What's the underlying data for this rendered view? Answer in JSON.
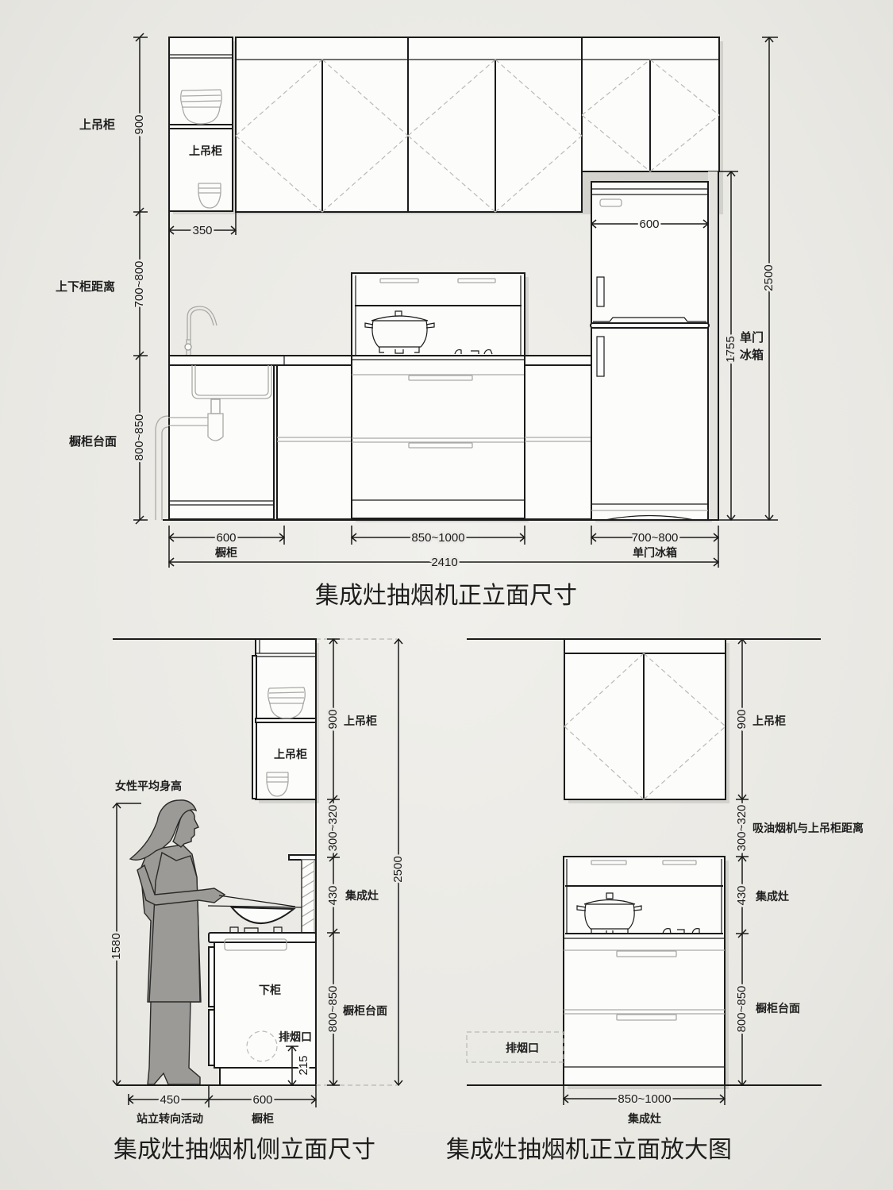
{
  "titles": {
    "front_elevation": "集成灶抽烟机正立面尺寸",
    "side_elevation": "集成灶抽烟机侧立面尺寸",
    "front_enlarged": "集成灶抽烟机正立面放大图"
  },
  "front": {
    "left_dims": [
      {
        "value": "900",
        "label": "上吊柜"
      },
      {
        "value": "700~800",
        "label": "上下柜距离"
      },
      {
        "value": "800~850",
        "label": "橱柜台面"
      }
    ],
    "shelf_label": "上吊柜",
    "shelf_width": "350",
    "fridge_width": "600",
    "fridge_height": "1755",
    "fridge_label": [
      "单门",
      "冰箱"
    ],
    "total_height": "2500",
    "bottom_dims": [
      {
        "value": "600",
        "label": "橱柜"
      },
      {
        "value": "850~1000",
        "label": ""
      },
      {
        "value": "700~800",
        "label": "单门冰箱"
      }
    ],
    "total_width": "2410"
  },
  "side": {
    "person_label": "女性平均身高",
    "person_height": "1580",
    "upper_cabinet_label": "上吊柜",
    "lower_cabinet_label": "下柜",
    "exhaust_label": "排烟口",
    "exhaust_height": "215",
    "right_dims": [
      {
        "value": "900",
        "label": "上吊柜"
      },
      {
        "value": "300~320",
        "label": ""
      },
      {
        "value": "430",
        "label": "集成灶"
      },
      {
        "value": "800~850",
        "label": "橱柜台面"
      }
    ],
    "total_height": "2500",
    "bottom_dims": [
      {
        "value": "450",
        "label": "站立转向活动"
      },
      {
        "value": "600",
        "label": "橱柜"
      }
    ]
  },
  "enlarged": {
    "right_dims": [
      {
        "value": "900",
        "label": "上吊柜"
      },
      {
        "value": "300~320",
        "label": "吸油烟机与上吊柜距离"
      },
      {
        "value": "430",
        "label": "集成灶"
      },
      {
        "value": "800~850",
        "label": "橱柜台面"
      }
    ],
    "exhaust_label": "排烟口",
    "width": "850~1000",
    "width_label": "集成灶"
  }
}
